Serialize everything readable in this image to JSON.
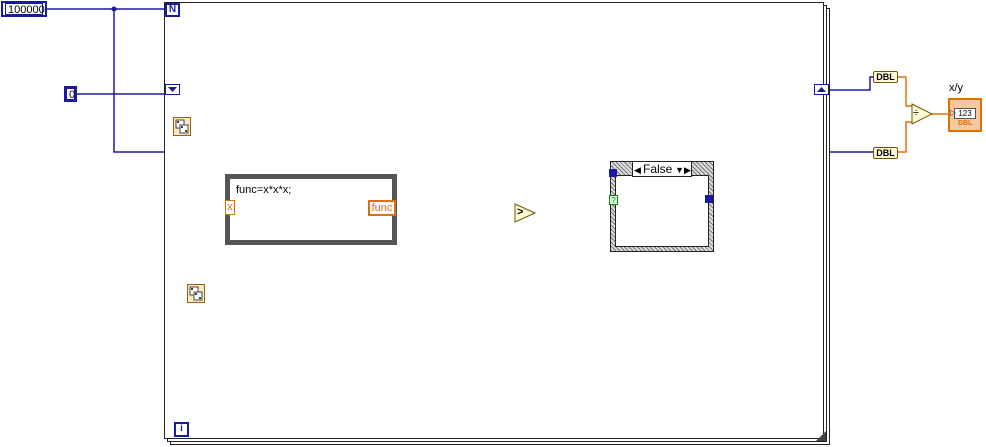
{
  "constants": {
    "n_value": "100000",
    "shift_init": "0"
  },
  "loop": {
    "count_terminal": "N",
    "iteration_terminal": "i"
  },
  "formula_node": {
    "code": "func=x*x*x;",
    "input_label": "x",
    "output_label": "func"
  },
  "compare": {
    "symbol": ">"
  },
  "case_structure": {
    "selector_value": "False",
    "selector_terminal": "?"
  },
  "conversions": {
    "dbl_top": "DBL",
    "dbl_bottom": "DBL"
  },
  "divide": {
    "symbol": "÷"
  },
  "indicator": {
    "label": "x/y",
    "display": "123",
    "type": "DBL"
  },
  "colors": {
    "integer_wire": "#1a1aa0",
    "double_wire": "#e07000",
    "boolean_wire": "#009000"
  }
}
